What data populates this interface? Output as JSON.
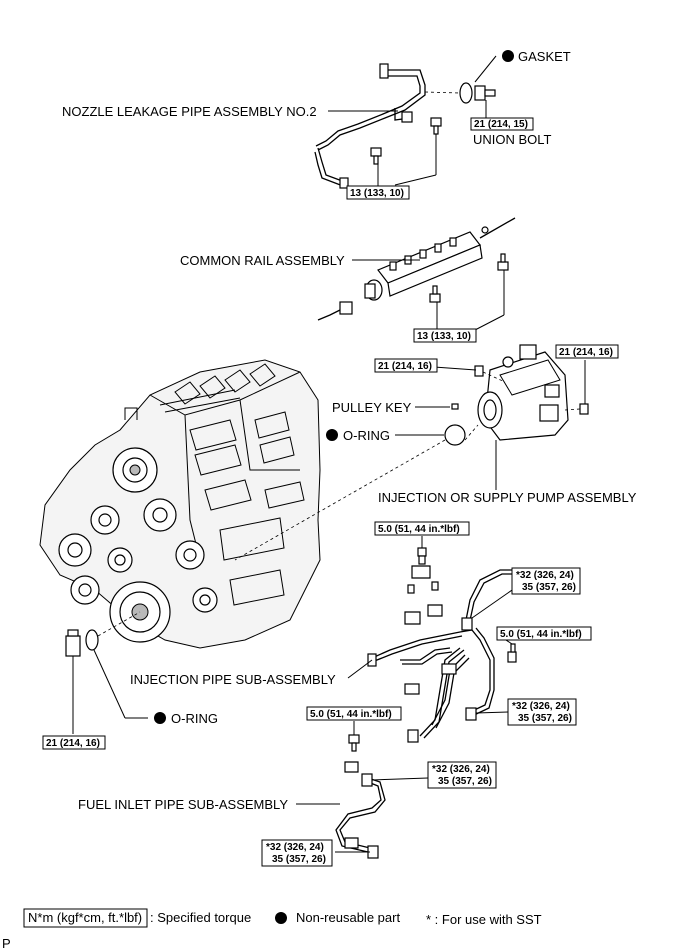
{
  "labels": {
    "gasket": "GASKET",
    "nozzle_pipe": "NOZZLE LEAKAGE PIPE ASSEMBLY NO.2",
    "union_bolt": "UNION BOLT",
    "common_rail": "COMMON RAIL ASSEMBLY",
    "pulley_key": "PULLEY KEY",
    "o_ring_upper": "O-RING",
    "injection_pump": "INJECTION OR SUPPLY PUMP ASSEMBLY",
    "injection_pipe": "INJECTION PIPE SUB-ASSEMBLY",
    "o_ring_lower": "O-RING",
    "fuel_inlet_pipe": "FUEL INLET PIPE SUB-ASSEMBLY"
  },
  "torques": {
    "union_bolt": "21 (214, 15)",
    "nozzle_bolt": "13 (133, 10)",
    "rail_bolt": "13 (133, 10)",
    "pump_nut_left": "21 (214, 16)",
    "pump_nut_right": "21 (214, 16)",
    "clamp_bolt_top": "5.0 (51, 44 in.*lbf)",
    "clamp_bolt_right": "5.0 (51, 44 in.*lbf)",
    "clamp_bolt_lower": "5.0 (51, 44 in.*lbf)",
    "plug": "21 (214, 16)",
    "pipe_top_right_1": "*32 (326, 24)",
    "pipe_top_right_2": "35 (357, 26)",
    "pipe_mid_right_1": "*32 (326, 24)",
    "pipe_mid_right_2": "35 (357, 26)",
    "fuel_top_1": "*32 (326, 24)",
    "fuel_top_2": "35 (357, 26)",
    "fuel_bottom_1": "*32 (326, 24)",
    "fuel_bottom_2": "35 (357, 26)"
  },
  "legend": {
    "torque_unit": "N*m (kgf*cm, ft.*lbf)",
    "torque_text": ": Specified torque",
    "nonreusable_text": "Non-reusable part",
    "sst_text": "* : For use with SST"
  },
  "corner_mark": "P"
}
